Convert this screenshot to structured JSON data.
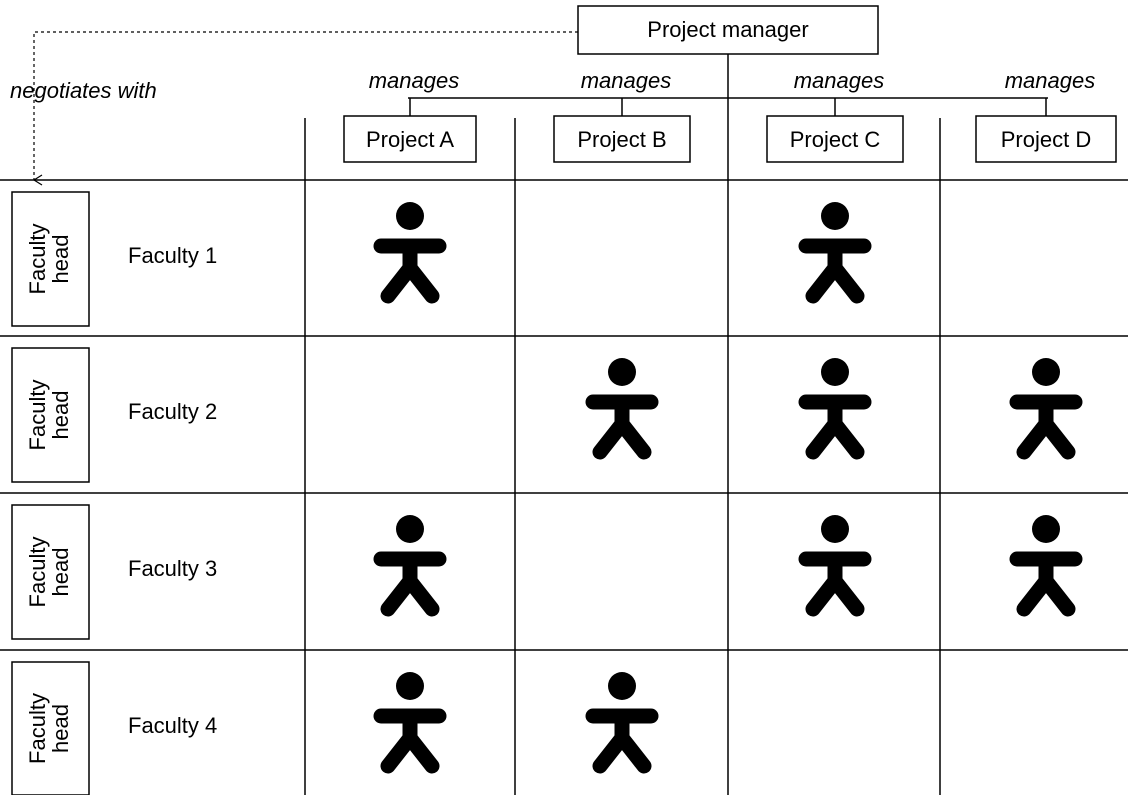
{
  "manager": {
    "label": "Project manager"
  },
  "negotiates_label": "negotiates with",
  "manages_label": "manages",
  "projects": [
    {
      "label": "Project A"
    },
    {
      "label": "Project B"
    },
    {
      "label": "Project C"
    },
    {
      "label": "Project D"
    }
  ],
  "faculties": [
    {
      "head_line1": "Faculty",
      "head_line2": "head",
      "name": "Faculty 1",
      "number": "1",
      "assigned": [
        true,
        false,
        true,
        false
      ]
    },
    {
      "head_line1": "Faculty",
      "head_line2": "head",
      "name": "Faculty 2",
      "number": "2",
      "assigned": [
        false,
        true,
        true,
        true
      ]
    },
    {
      "head_line1": "Faculty",
      "head_line2": "head",
      "name": "Faculty 3",
      "number": "3",
      "assigned": [
        true,
        false,
        true,
        true
      ]
    },
    {
      "head_line1": "Faculty",
      "head_line2": "head",
      "name": "Faculty 4",
      "number": "4",
      "assigned": [
        true,
        true,
        false,
        false
      ]
    }
  ],
  "colors": {
    "line": "#000000",
    "figure": "#000000",
    "background": "#ffffff"
  }
}
